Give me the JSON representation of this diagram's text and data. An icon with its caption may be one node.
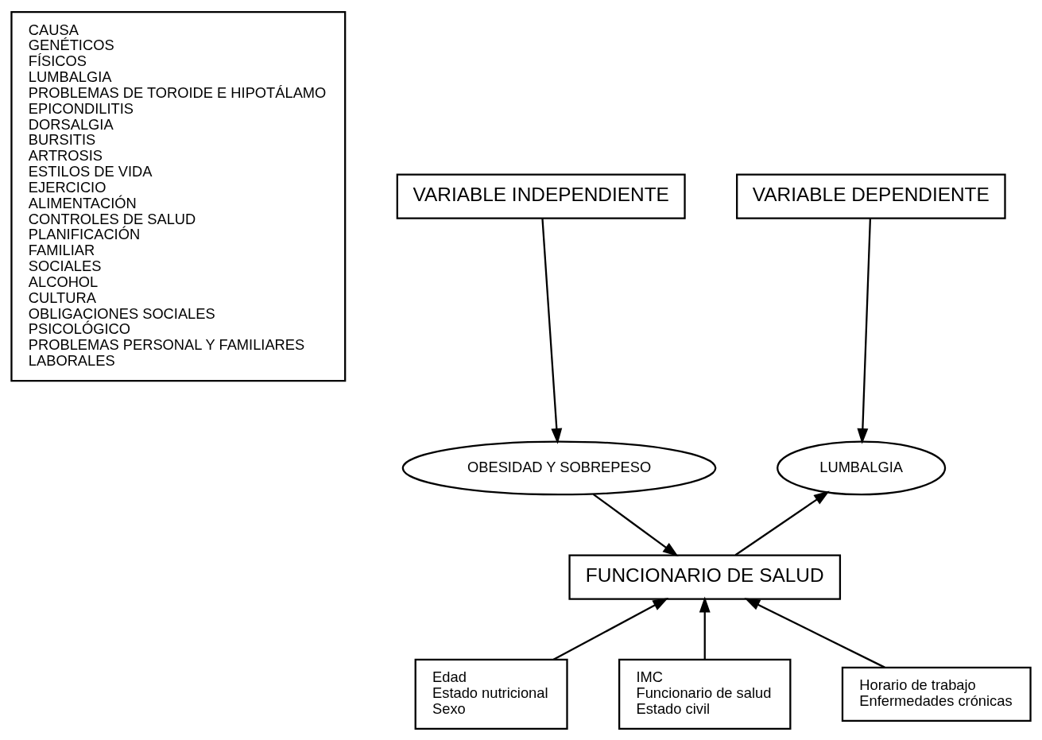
{
  "diagram": {
    "nodes": [
      {
        "text": [
          "CAUSA",
          "GENÉTICOS",
          "FÍSICOS",
          "LUMBALGIA",
          "PROBLEMAS DE TOROIDE E HIPOTÁLAMO",
          "EPICONDILITIS",
          "DORSALGIA",
          "BURSITIS",
          "ARTROSIS",
          "ESTILOS DE VIDA",
          "EJERCICIO",
          "ALIMENTACIÓN",
          "CONTROLES DE SALUD",
          "PLANIFICACIÓN",
          "FAMILIAR",
          "SOCIALES",
          "ALCOHOL",
          "CULTURA",
          "OBLIGACIONES SOCIALES",
          "PSICOLÓGICO",
          "PROBLEMAS PERSONAL Y FAMILIARES",
          "LABORALES"
        ]
      },
      {
        "text": [
          "VARIABLE INDEPENDIENTE"
        ]
      },
      {
        "text": [
          "VARIABLE DEPENDIENTE"
        ]
      },
      {
        "text": [
          "OBESIDAD Y SOBREPESO"
        ]
      },
      {
        "text": [
          "LUMBALGIA"
        ]
      },
      {
        "text": [
          "FUNCIONARIO DE SALUD"
        ]
      },
      {
        "text": [
          "Edad",
          "Estado nutricional",
          "Sexo"
        ]
      },
      {
        "text": [
          "IMC",
          "Funcionario de salud",
          "Estado civil"
        ]
      },
      {
        "text": [
          "Horario de trabajo",
          "Enfermedades crónicas"
        ]
      }
    ],
    "edges": [
      {
        "from": 1,
        "to": 3,
        "arrow": "to"
      },
      {
        "from": 2,
        "to": 4,
        "arrow": "to"
      },
      {
        "from": 3,
        "to": 5,
        "arrow": "to"
      },
      {
        "from": 5,
        "to": 4,
        "arrow": "to"
      },
      {
        "from": 6,
        "to": 5,
        "arrow": "to"
      },
      {
        "from": 7,
        "to": 5,
        "arrow": "to"
      },
      {
        "from": 8,
        "to": 5,
        "arrow": "to"
      }
    ]
  }
}
